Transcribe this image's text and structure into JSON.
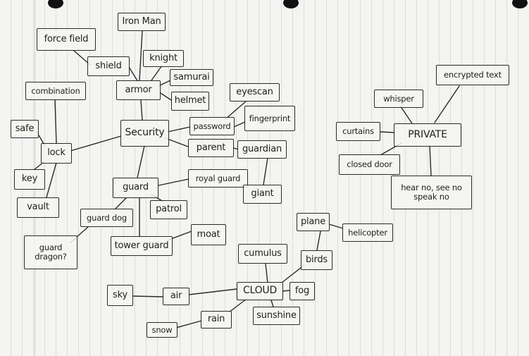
{
  "nodes": {
    "iron_man": "Iron Man",
    "force_field": "force field",
    "shield": "shield",
    "knight": "knight",
    "armor": "armor",
    "samurai": "samurai",
    "helmet": "helmet",
    "combination": "combination",
    "eyescan": "eyescan",
    "password": "password",
    "fingerprint": "fingerprint",
    "safe": "safe",
    "security": "Security",
    "lock": "lock",
    "parent": "parent",
    "guardian": "guardian",
    "key": "key",
    "guard": "guard",
    "royal_guard": "royal guard",
    "giant": "giant",
    "vault": "vault",
    "patrol": "patrol",
    "guard_dog": "guard dog",
    "guard_dragon": "guard\ndragon?",
    "tower_guard": "tower guard",
    "moat": "moat",
    "plane": "plane",
    "helicopter": "helicopter",
    "cumulus": "cumulus",
    "birds": "birds",
    "sky": "sky",
    "air": "air",
    "cloud": "CLOUD",
    "fog": "fog",
    "rain": "rain",
    "snow": "snow",
    "sunshine": "sunshine",
    "whisper": "whisper",
    "encrypted_text": "encrypted text",
    "curtains": "curtains",
    "private": "PRIVATE",
    "closed_door": "closed door",
    "hear_no": "hear no, see no\nspeak no"
  }
}
